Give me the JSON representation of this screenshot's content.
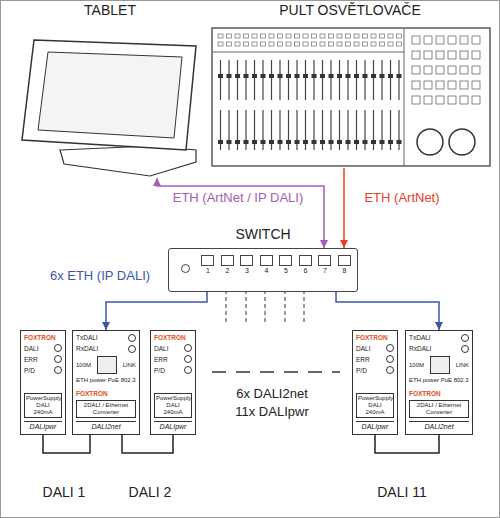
{
  "diagram": {
    "nodes": [
      {
        "text": [
          "TABLET"
        ]
      },
      {
        "text": [
          "PULT OSVĚTLOVAČE"
        ]
      },
      {
        "text": [
          "SWITCH"
        ]
      },
      {
        "text": [
          "FOXTRON",
          "DALI",
          "ERR",
          "P/D",
          "PowerSupply DALI 240mA",
          "DALIpwr"
        ]
      },
      {
        "text": [
          "TxDALI",
          "RxDALI",
          "100M",
          "LINK",
          "ETH power PoE 802.3",
          "FOXTRON",
          "2DALI / Ethernet Converter",
          "DALI2net"
        ]
      },
      {
        "text": [
          "FOXTRON",
          "DALI",
          "ERR",
          "P/D",
          "PowerSupply DALI 240mA",
          "DALIpwr"
        ]
      },
      {
        "text": [
          "FOXTRON",
          "DALI",
          "ERR",
          "P/D",
          "PowerSupply DALI 240mA",
          "DALIpwr"
        ]
      },
      {
        "text": [
          "TxDALI",
          "RxDALI",
          "100M",
          "LINK",
          "ETH power PoE 802.3",
          "FOXTRON",
          "2DALI / Ethernet Converter",
          "DALI2net"
        ]
      }
    ],
    "edges": [
      {
        "from": 0,
        "to": 2,
        "arrow": "both",
        "label": "ETH (ArtNet / IP DALI)"
      },
      {
        "from": 1,
        "to": 2,
        "arrow": "to",
        "label": "ETH (ArtNet)"
      },
      {
        "from": 2,
        "to": 4,
        "arrow": "to",
        "label": "6x ETH (IP DALI)"
      },
      {
        "from": 2,
        "to": 7,
        "arrow": "to"
      },
      {
        "from": 3,
        "to": 4,
        "arrow": "none"
      },
      {
        "from": 4,
        "to": 5,
        "arrow": "none"
      },
      {
        "from": 6,
        "to": 7,
        "arrow": "none"
      }
    ],
    "labels": [
      "1",
      "2",
      "3",
      "4",
      "5",
      "6",
      "7",
      "8",
      "6x DALI2net",
      "11x DALIpwr",
      "DALI 1",
      "DALI 2",
      "DALI 11"
    ]
  }
}
